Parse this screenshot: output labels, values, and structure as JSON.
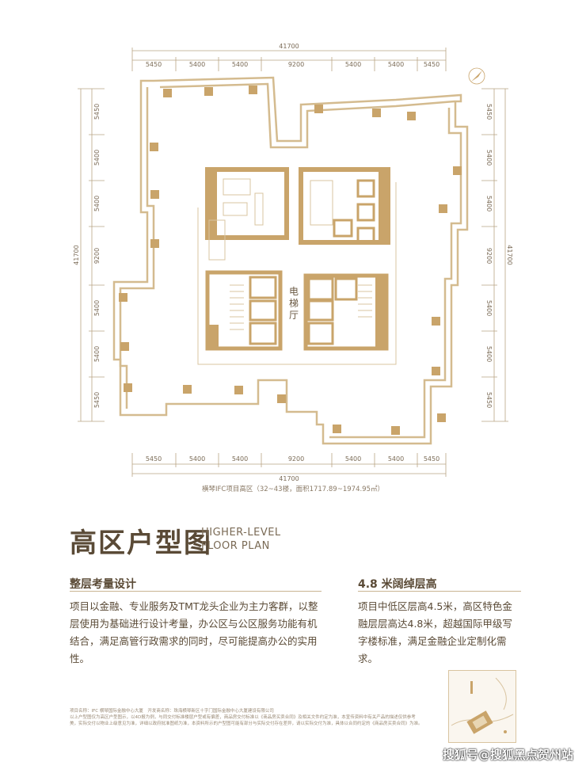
{
  "dimensions": {
    "total_width": "41700",
    "total_height": "41700",
    "top_segments": [
      "5450",
      "5400",
      "5400",
      "9200",
      "5400",
      "5400",
      "5450"
    ],
    "bottom_segments": [
      "5450",
      "5400",
      "5400",
      "9200",
      "5400",
      "5400",
      "5450"
    ],
    "left_segments": [
      "5450",
      "5400",
      "5400",
      "9200",
      "5400",
      "5400",
      "5450"
    ],
    "right_segments": [
      "5450",
      "5400",
      "5400",
      "9200",
      "5400",
      "5400",
      "5450"
    ]
  },
  "elevator_hall_label": "电\n梯\n厅",
  "plan_caption": "横琴IFC项目高区（32~43楼，面积1717.89~1974.95㎡）",
  "title_cn": "高区户型图",
  "title_en_line1": "HIGHER-LEVEL",
  "title_en_line2": "FLOOR PLAN",
  "section_left": {
    "title": "整层考量设计",
    "text": "项目以金融、专业服务及TMT龙头企业为主力客群，以整层使用为基础进行设计考量，办公区与公区服务功能有机结合，满足高管行政需求的同时，尽可能提高办公的实用性。"
  },
  "section_right": {
    "title": "4.8 米阔绰层高",
    "text": "项目中低区层高4.5米，高区特色金融层层高达4.8米，超越国际甲级写字楼标准，满足金融企业定制化需求。"
  },
  "fine_print": "项目名称：IFC 横琴国际金融中心大厦　开发商名称：珠海横琴新区十字门国际金融中心大厦建设有限公司\n以上户型图仅为高区户型图示，以4D报为例，与同交付标准楼层户型或有偏差，商品房交付标准以《商品房买卖合同》及相关文件约定为准，本宣传资料中有关产品的描述仅供参考\n美，实际交付以物业上级意见为准，详细以政府批准图纸为准，本资料所示的户型图可能有部分与实际交付存在差异，请以实际交付为准，具体以合同约定的《商品房买卖合同》为准。",
  "watermark": "搜狐号@搜狐黑点贺州站",
  "colors": {
    "gold": "#c9a46a",
    "line": "#d4bb8f",
    "text": "#5a4a36"
  }
}
